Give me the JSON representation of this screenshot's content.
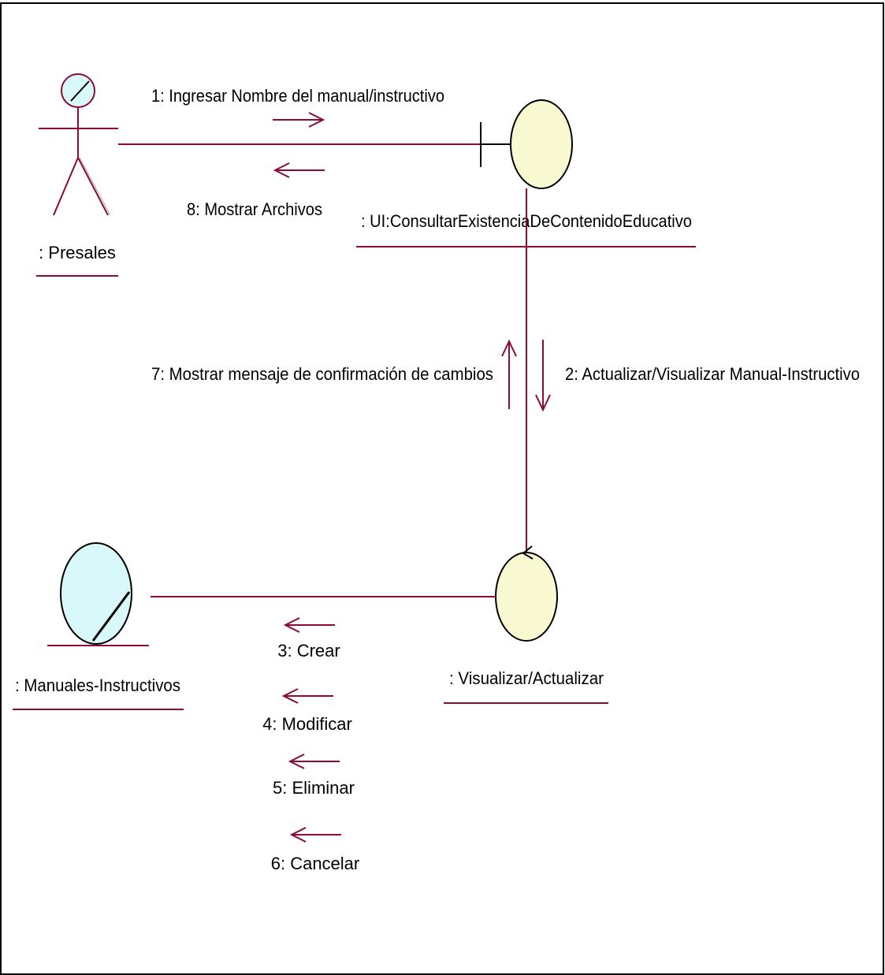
{
  "diagram": {
    "type": "uml-collaboration-diagram",
    "colors": {
      "line": "#8b0a3a",
      "actor_head_fill": "#d8f8fa",
      "entity_fill": "#d8f8fa",
      "control_fill": "#fafad2",
      "boundary_fill": "#fafad2",
      "border": "#000000"
    },
    "objects": {
      "actor": {
        "label": ": Presales",
        "icon": "actor-icon"
      },
      "boundary": {
        "label": ": UI:ConsultarExistenciaDeContenidoEducativo",
        "icon": "boundary-icon"
      },
      "control": {
        "label": ": Visualizar/Actualizar",
        "icon": "control-icon"
      },
      "entity": {
        "label": ": Manuales-Instructivos",
        "icon": "entity-icon"
      }
    },
    "messages": {
      "m1": "1: Ingresar Nombre del manual/instructivo",
      "m2": "2: Actualizar/Visualizar Manual-Instructivo",
      "m3": "3: Crear",
      "m4": "4: Modificar",
      "m5": "5: Eliminar",
      "m6": "6: Cancelar",
      "m7": "7: Mostrar mensaje de confirmación de cambios",
      "m8": "8: Mostrar Archivos"
    }
  }
}
